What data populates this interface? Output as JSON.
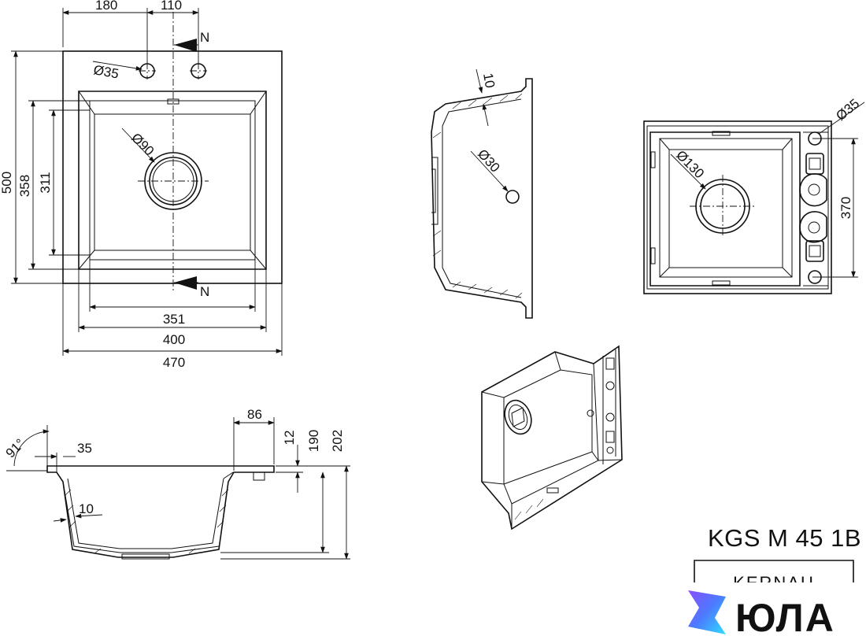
{
  "top_view": {
    "width_overall": "470",
    "width_inner": "400",
    "width_bowl": "351",
    "height_overall": "500",
    "height_inner": "358",
    "height_bowl": "311",
    "tap_offset_1": "180",
    "tap_offset_2": "110",
    "tap_hole_dia": "Ø35",
    "drain_dia": "Ø90",
    "north_marker_top": "N",
    "north_marker_bottom": "N"
  },
  "side_section": {
    "wall_thickness": "10",
    "overflow_dia": "Ø30"
  },
  "bottom_view": {
    "hole_dia": "Ø35",
    "drain_dia": "Ø130",
    "hole_spacing": "370"
  },
  "cross_section": {
    "angle": "91°",
    "rim_width": "35",
    "wall_thickness": "10",
    "ledge_width": "86",
    "depth_12": "12",
    "depth_190": "190",
    "depth_202": "202"
  },
  "product": {
    "model": "KGS M 45 1B",
    "brand": "KERNAU"
  },
  "watermark": {
    "text": "ЮЛА",
    "gradient_start": "#7b5cff",
    "gradient_end": "#2ed3ff"
  }
}
